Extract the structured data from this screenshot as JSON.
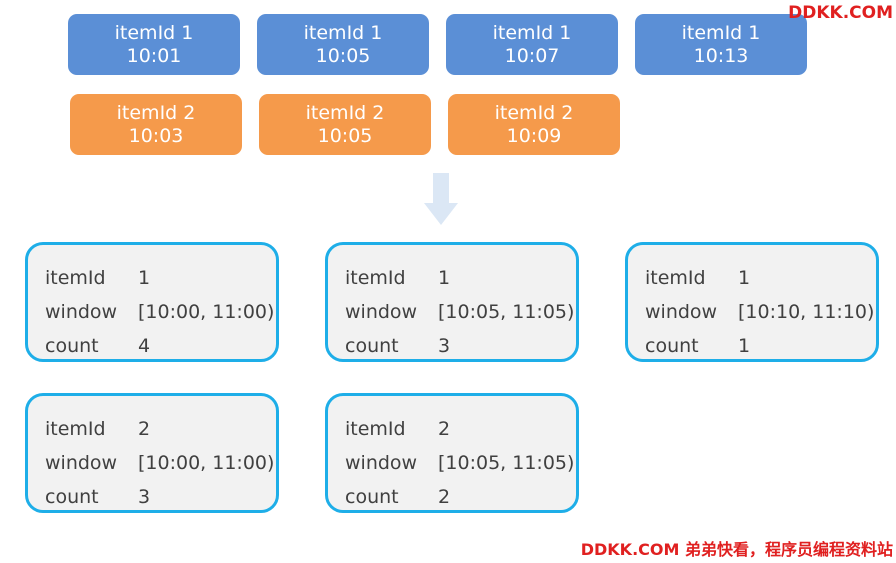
{
  "events": {
    "item1": [
      {
        "label": "itemId 1",
        "time": "10:01"
      },
      {
        "label": "itemId 1",
        "time": "10:05"
      },
      {
        "label": "itemId 1",
        "time": "10:07"
      },
      {
        "label": "itemId 1",
        "time": "10:13"
      }
    ],
    "item2": [
      {
        "label": "itemId 2",
        "time": "10:03"
      },
      {
        "label": "itemId 2",
        "time": "10:05"
      },
      {
        "label": "itemId 2",
        "time": "10:09"
      }
    ]
  },
  "colors": {
    "item1": "#5b8fd6",
    "item2": "#f59a4b",
    "window_border": "#1eaee8",
    "window_bg": "#f2f2f2",
    "arrow": "#dbe7f5",
    "watermark": "#e02020"
  },
  "arrow_icon": "arrow-down-icon",
  "keys": {
    "itemId": "itemId",
    "window": "window",
    "count": "count"
  },
  "windows": {
    "item1": [
      {
        "itemId": "1",
        "window": "[10:00, 11:00)",
        "count": "4"
      },
      {
        "itemId": "1",
        "window": "[10:05, 11:05)",
        "count": "3"
      },
      {
        "itemId": "1",
        "window": "[10:10, 11:10)",
        "count": "1"
      }
    ],
    "item2": [
      {
        "itemId": "2",
        "window": "[10:00, 11:00)",
        "count": "3"
      },
      {
        "itemId": "2",
        "window": "[10:05, 11:05)",
        "count": "2"
      }
    ]
  },
  "watermark": {
    "top": "DDKK.COM",
    "bottom": "DDKK.COM 弟弟快看，程序员编程资料站"
  }
}
